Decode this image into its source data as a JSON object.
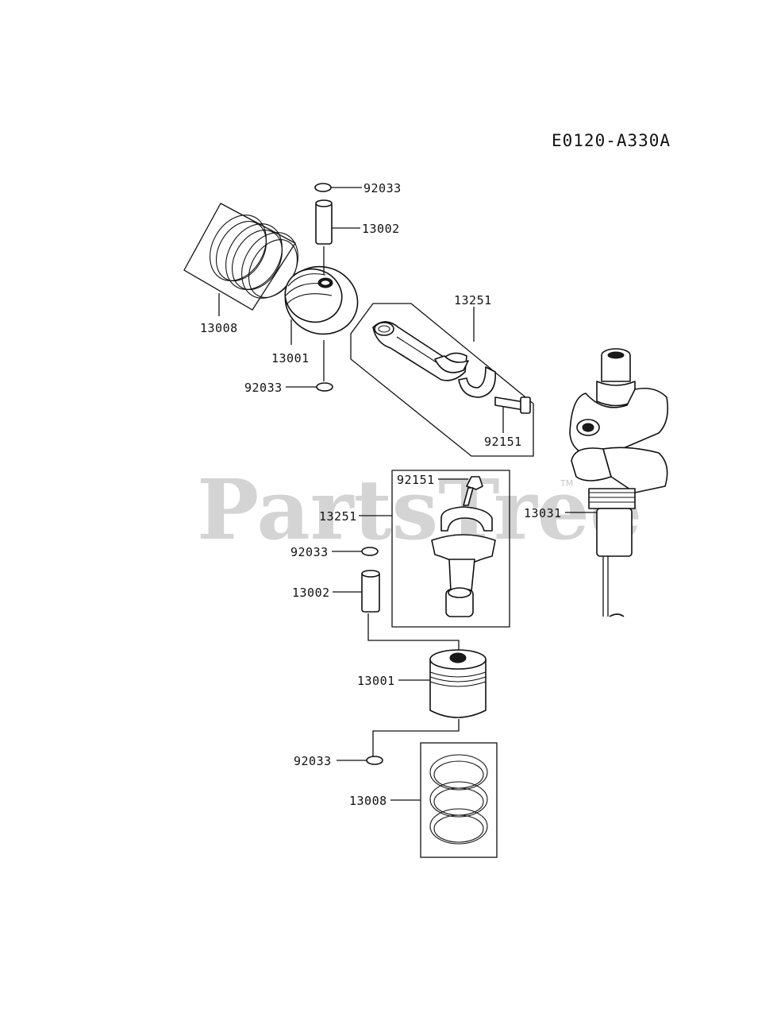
{
  "diagram_code": "E0120-A330A",
  "watermark": {
    "text": "PartsTree",
    "mark": "TM"
  },
  "labels": {
    "snap_ring_top": "92033",
    "pin_top": "13002",
    "rings_top": "13008",
    "piston_top": "13001",
    "snap_ring_mid": "92033",
    "conrod_upper": "13251",
    "bolt_upper": "92151",
    "bolt_lower": "92151",
    "conrod_lower": "13251",
    "crankshaft": "13031",
    "snap_ring_lower": "92033",
    "pin_lower": "13002",
    "piston_lower": "13001",
    "snap_ring_bottom": "92033",
    "rings_lower": "13008"
  }
}
